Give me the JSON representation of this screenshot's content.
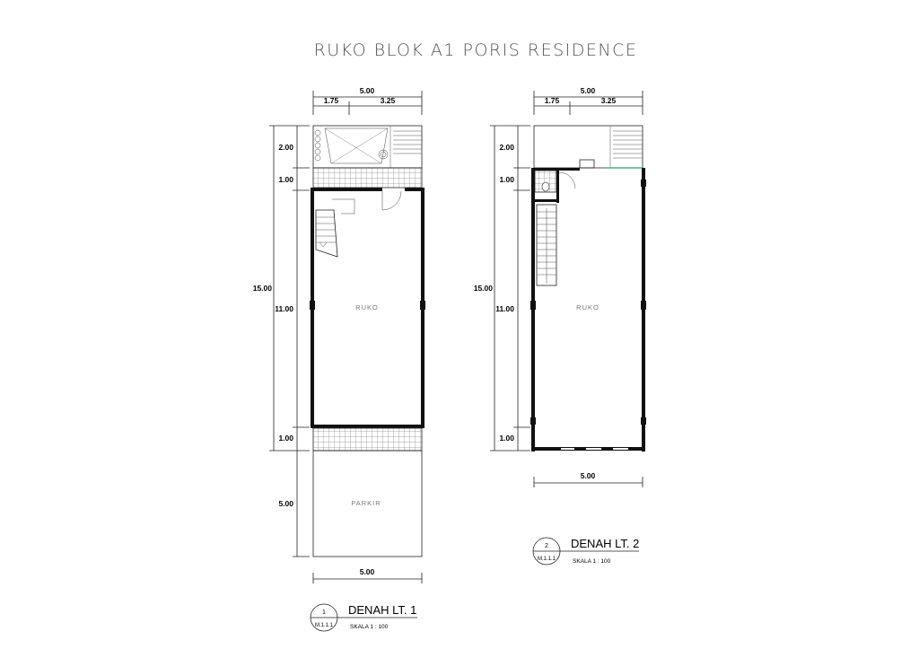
{
  "drawing": {
    "title": "RUKO BLOK A1 PORIS RESIDENCE"
  },
  "plan1": {
    "dims": {
      "total_width": "5.00",
      "width_left": "1.75",
      "width_right": "3.25",
      "total_length": "15.00",
      "rear_garden": "2.00",
      "rear_step": "1.00",
      "shop": "11.00",
      "front_terrace": "1.00",
      "parking": "5.00",
      "bottom_width": "5.00"
    },
    "rooms": {
      "shop": "RUKO",
      "parking": "PARKIR"
    },
    "label": {
      "number": "1",
      "sheet": "M.1.1.1",
      "name": "DENAH LT. 1",
      "scale": "SKALA  1 : 100"
    }
  },
  "plan2": {
    "dims": {
      "total_width": "5.00",
      "width_left": "1.75",
      "width_right": "3.25",
      "total_length": "15.00",
      "rear_roof": "2.00",
      "rear_service": "1.00",
      "shop": "11.00",
      "front_balcony": "1.00",
      "bottom_width": "5.00"
    },
    "rooms": {
      "shop": "RUKO"
    },
    "label": {
      "number": "2",
      "sheet": "M.1.1.1",
      "name": "DENAH LT. 2",
      "scale": "SKALA  1 : 100"
    }
  }
}
